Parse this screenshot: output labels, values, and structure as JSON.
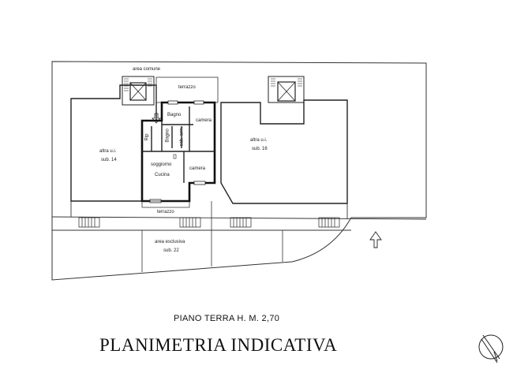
{
  "labels": {
    "area_comune": "area comune",
    "terrazzo_top": "terrazzo",
    "bagno_top": "Bagno",
    "camera_top": "camera",
    "rip": "Rip",
    "bagno_small": "Bagno",
    "cabina_armadio": "cab. arm.",
    "soggiorno": "soggiorno",
    "cucina": "Cucina",
    "camera_bottom": "camera",
    "altra_ui_left": "altra u.i.",
    "sub_left": "sub. 14",
    "altra_ui_right": "altra u.i.",
    "sub_right": "sub. 16",
    "terrazzo_bottom": "terrazzo",
    "area_esclusiva": "area esclusiva",
    "sub_esclusiva": "sub. 22"
  },
  "subtitle": "PIANO TERRA H. M. 2,70",
  "title": "PLANIMETRIA INDICATIVA",
  "icons": [
    "north-arrow-icon",
    "entrance-arrow-icon",
    "stairwell-icon"
  ]
}
